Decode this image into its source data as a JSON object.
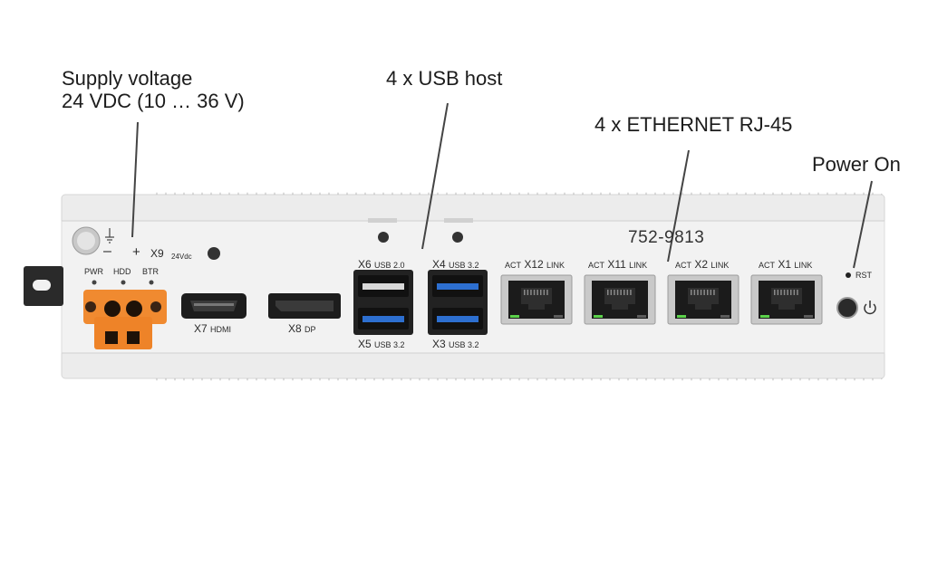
{
  "callouts": {
    "supply_line1": "Supply voltage",
    "supply_line2": "24 VDC (10 … 36 V)",
    "usb": "4 x USB host",
    "ethernet": "4 x ETHERNET RJ-45",
    "power": "Power On"
  },
  "device": {
    "model": "752-9813",
    "supply": {
      "minus": "–",
      "plus": "+",
      "name": "X9",
      "rating": "24Vdc"
    },
    "leds": [
      "PWR",
      "HDD",
      "BTR"
    ],
    "hdmi": {
      "name": "X7",
      "type": "HDMI"
    },
    "dp": {
      "name": "X8",
      "type": "DP"
    },
    "usb_ports": [
      {
        "name": "X6",
        "type": "USB 2.0"
      },
      {
        "name": "X4",
        "type": "USB 3.2"
      },
      {
        "name": "X5",
        "type": "USB 3.2"
      },
      {
        "name": "X3",
        "type": "USB 3.2"
      }
    ],
    "eth_ports": [
      {
        "act": "ACT",
        "name": "X12",
        "link": "LINK"
      },
      {
        "act": "ACT",
        "name": "X11",
        "link": "LINK"
      },
      {
        "act": "ACT",
        "name": "X2",
        "link": "LINK"
      },
      {
        "act": "ACT",
        "name": "X1",
        "link": "LINK"
      }
    ],
    "reset": "RST",
    "colors": {
      "housing": "#ececec",
      "terminal": "#f08a30",
      "usb3": "#2d6fd0",
      "led": "#5bd14a"
    }
  }
}
